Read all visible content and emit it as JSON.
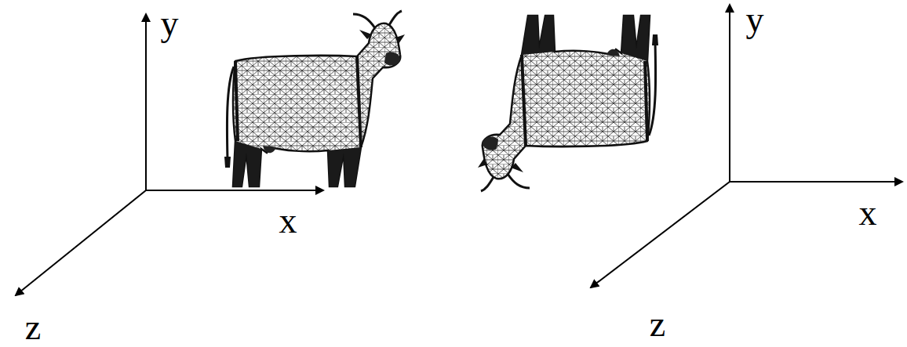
{
  "diagram": {
    "labels": [
      "y",
      "x",
      "z",
      "y",
      "x",
      "z"
    ]
  }
}
